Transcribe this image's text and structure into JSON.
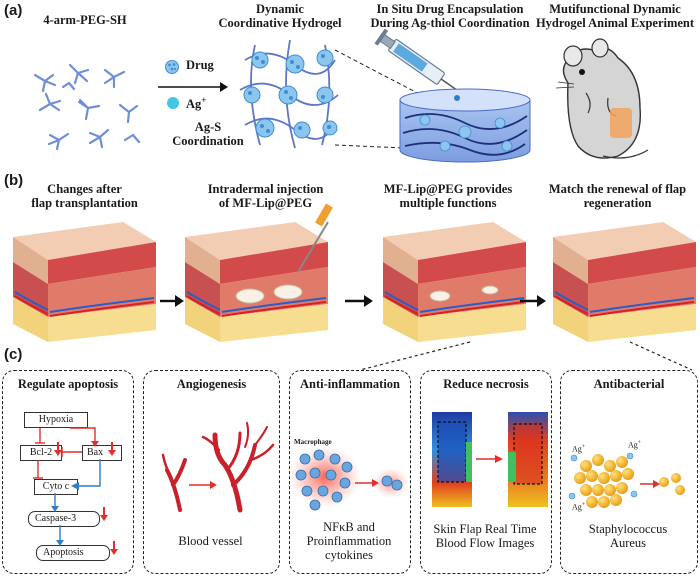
{
  "panel_a": {
    "label": "(a)",
    "peg_label": "4-arm-PEG-SH",
    "legend_drug": "Drug",
    "legend_ag": "Ag",
    "legend_ag_sup": "+",
    "coord_line1": "Ag-S",
    "coord_line2": "Coordination",
    "hydrogel_line1": "Dynamic",
    "hydrogel_line2": "Coordinative Hydrogel",
    "insitu_line1": "In Situ Drug Encapsulation",
    "insitu_line2": "During Ag-thiol Coordination",
    "animal_line1": "Mutifunctional Dynamic",
    "animal_line2": "Hydrogel Animal Experiment"
  },
  "panel_b": {
    "label": "(b)",
    "step1_line1": "Changes after",
    "step1_line2": "flap transplantation",
    "step2_line1": "Intradermal  injection",
    "step2_line2": "of MF-Lip@PEG",
    "step3_line1": "MF-Lip@PEG provides",
    "step3_line2": "multiple functions",
    "step4_line1": "Match the renewal of flap",
    "step4_line2": "regeneration"
  },
  "panel_c": {
    "label": "(c)",
    "apoptosis": {
      "title": "Regulate apoptosis",
      "hypoxia": "Hypoxia",
      "bcl2": "Bcl-2",
      "bax": "Bax",
      "cytoc": "Cyto c",
      "caspase": "Caspase-3",
      "apoptosis": "Apoptosis"
    },
    "angiogenesis": {
      "title": "Angiogenesis",
      "caption": "Blood vessel"
    },
    "inflammation": {
      "title": "Anti-inflammation",
      "macrophage": "Macrophage",
      "caption_line1": "NFκB and",
      "caption_line2": "Proinflammation",
      "caption_line3": "cytokines"
    },
    "necrosis": {
      "title": "Reduce necrosis",
      "caption_line1": "Skin Flap Real Time",
      "caption_line2": "Blood Flow Images"
    },
    "antibacterial": {
      "title": "Antibacterial",
      "ag_label": "Ag",
      "ag_sup": "+",
      "caption_line1": "Staphylococcus",
      "caption_line2": "Aureus"
    }
  },
  "colors": {
    "drug_blue": "#3e8fd1",
    "ag_cyan": "#43c6e6",
    "arrow_red": "#e0302c",
    "down_red": "#e0302c",
    "flow_blue": "#2f7fc4",
    "gold": "#f2b21a"
  }
}
